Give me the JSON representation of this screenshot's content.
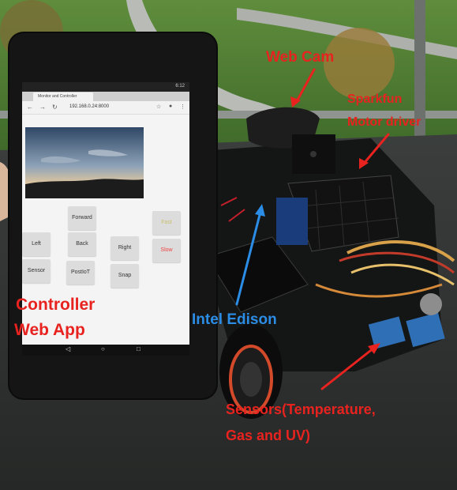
{
  "labels": {
    "webcam": "Web Cam",
    "sparkfun_line1": "Sparkfun",
    "sparkfun_line2": "Motor driver",
    "controller_line1": "Controller",
    "controller_line2": "Web App",
    "edison": "Intel Edison",
    "sensors_line1": "Sensors(Temperature,",
    "sensors_line2": "Gas and UV)"
  },
  "app": {
    "tab_title": "Monitor and Controller",
    "url": "192.168.0.24:8000",
    "clock": "6:12",
    "buttons": {
      "forward": "Forward",
      "left": "Left",
      "back": "Back",
      "right": "Right",
      "sensor": "Sensor",
      "postiot": "PostIoT",
      "snap": "Snap",
      "fast": "Fast",
      "slow": "Slow"
    }
  },
  "colors": {
    "label_red": "#e8231f",
    "label_blue": "#2b8de6"
  }
}
